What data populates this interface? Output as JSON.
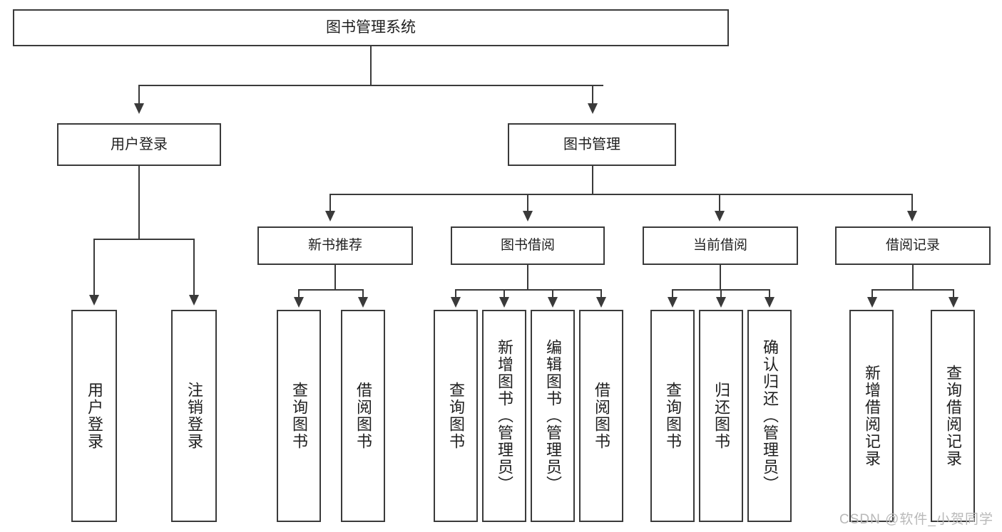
{
  "diagram": {
    "type": "tree",
    "title": "图书管理系统",
    "orientation": "top-down",
    "colors": {
      "box_border": "#3a3a3a",
      "box_fill": "#ffffff",
      "text": "#1f1f1f",
      "connector": "#3a3a3a",
      "watermark": "#b9b9b9",
      "background": "#ffffff"
    },
    "root": {
      "label": "图书管理系统"
    },
    "level2": [
      {
        "label": "用户登录"
      },
      {
        "label": "图书管理"
      }
    ],
    "level3": [
      {
        "label": "新书推荐"
      },
      {
        "label": "图书借阅"
      },
      {
        "label": "当前借阅"
      },
      {
        "label": "借阅记录"
      }
    ],
    "leaves": {
      "user_login": [
        {
          "label": "用户登录"
        },
        {
          "label": "注销登录"
        }
      ],
      "new_book": [
        {
          "label": "查询图书"
        },
        {
          "label": "借阅图书"
        }
      ],
      "book_borrow": [
        {
          "label": "查询图书"
        },
        {
          "label": "新增图书（管理员）"
        },
        {
          "label": "编辑图书（管理员）"
        },
        {
          "label": "借阅图书"
        }
      ],
      "current_borrow": [
        {
          "label": "查询图书"
        },
        {
          "label": "归还图书"
        },
        {
          "label": "确认归还（管理员）"
        }
      ],
      "borrow_record": [
        {
          "label": "新增借阅记录"
        },
        {
          "label": "查询借阅记录"
        }
      ]
    }
  },
  "watermark": {
    "text": "CSDN @软件_小贺同学"
  }
}
